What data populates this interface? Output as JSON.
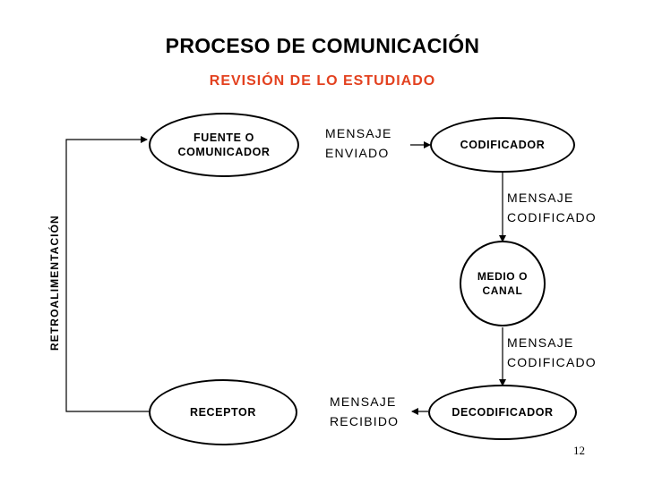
{
  "title": "PROCESO DE COMUNICACIÓN",
  "subtitle": "REVISIÓN DE LO ESTUDIADO",
  "nodes": {
    "fuente": [
      "FUENTE O",
      "COMUNICADOR"
    ],
    "codificador": "CODIFICADOR",
    "medio": [
      "MEDIO O",
      "CANAL"
    ],
    "decodificador": "DECODIFICADOR",
    "receptor": "RECEPTOR"
  },
  "labels": {
    "mensaje_enviado": [
      "MENSAJE",
      "ENVIADO"
    ],
    "mensaje_codificado_1": [
      "MENSAJE",
      "CODIFICADO"
    ],
    "mensaje_codificado_2": [
      "MENSAJE",
      "CODIFICADO"
    ],
    "mensaje_recibido": [
      "MENSAJE",
      "RECIBIDO"
    ]
  },
  "feedback_label": "RETROALIMENTACIÓN",
  "page_number": "12"
}
